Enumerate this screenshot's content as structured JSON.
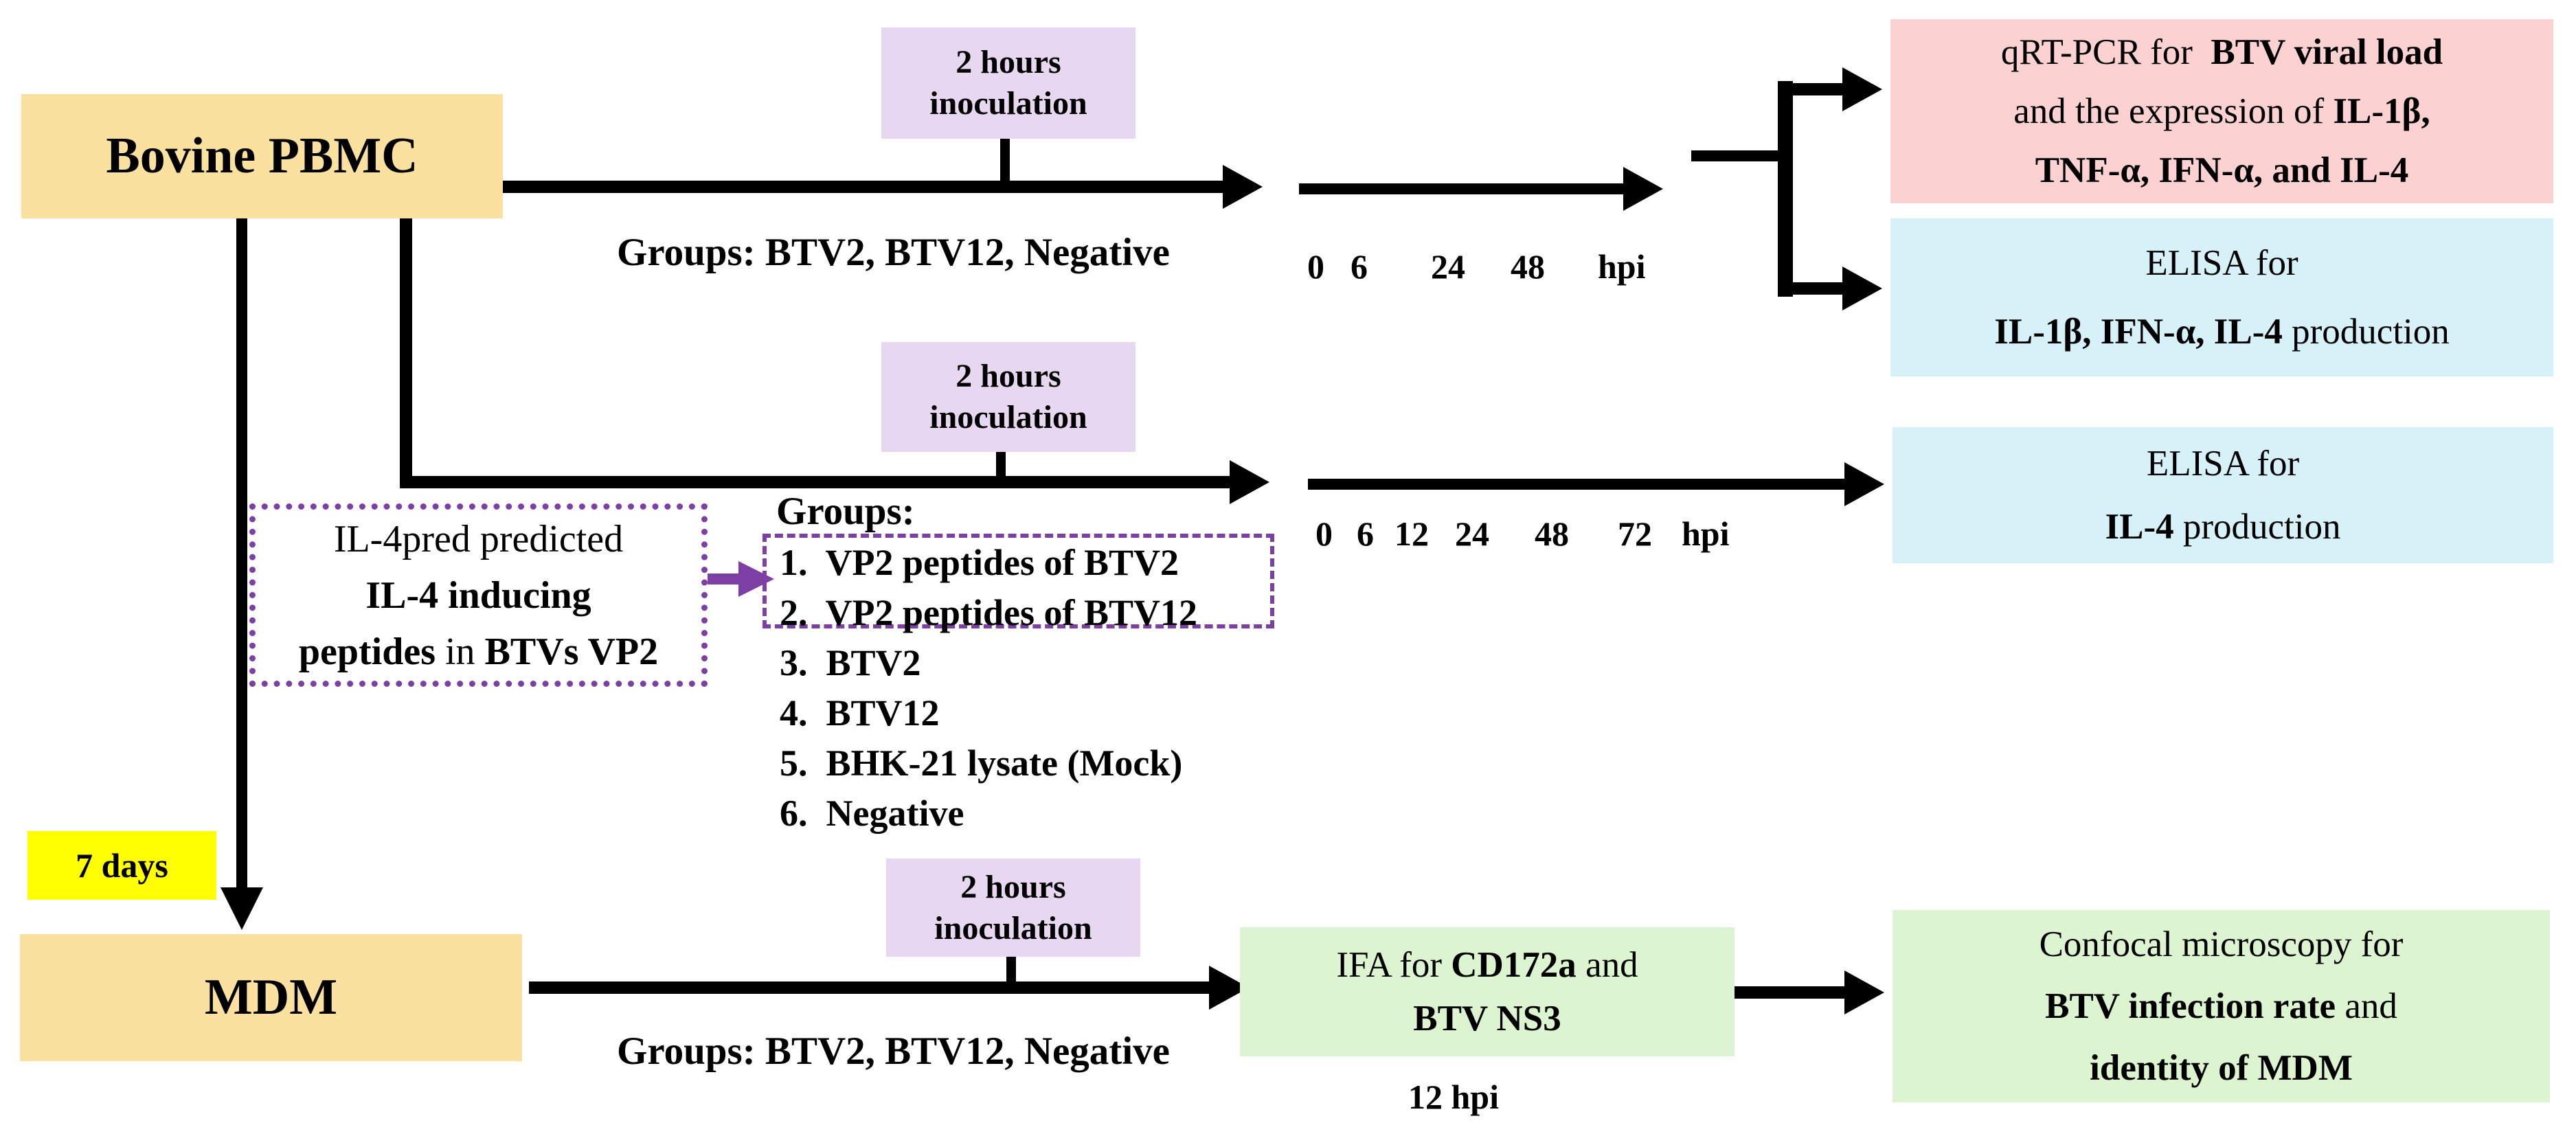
{
  "colors": {
    "node_fill": "#FBE1A0",
    "inoculation_fill": "#E8D7F0",
    "qrtpcr_fill": "#FBD1D1",
    "elisa_fill": "#D6F1F8",
    "microscopy_fill": "#DCF5D0",
    "days_fill": "#FFFF00",
    "purple_accent": "#7C3FA4",
    "arrow_color": "#000000"
  },
  "nodes": {
    "pbmc": "Bovine PBMC",
    "mdm": "MDM",
    "seven_days": "7 days"
  },
  "inoculation": {
    "line1": "2 hours",
    "line2": "inoculation"
  },
  "group_labels": {
    "simple": "Groups: BTV2, BTV12, Negative",
    "heading": "Groups:"
  },
  "group_items": [
    "1.  VP2 peptides of BTV2",
    "2.  VP2 peptides of BTV12",
    "3.  BTV2",
    "4.  BTV12",
    "5.  BHK-21 lysate (Mock)",
    "6.  Negative"
  ],
  "timelines": {
    "row1": [
      "0",
      "6",
      "24",
      "48",
      "hpi"
    ],
    "row2": [
      "0",
      "6",
      "12",
      "24",
      "48",
      "72",
      "hpi"
    ],
    "mdm_time": "12 hpi"
  },
  "boxes": {
    "qrt_pcr": [
      [
        {
          "t": "qRT-PCR for  ",
          "b": 0
        },
        {
          "t": "BTV viral load",
          "b": 1
        }
      ],
      [
        {
          "t": "and the expression of ",
          "b": 0
        },
        {
          "t": "IL-1β,",
          "b": 1
        }
      ],
      [
        {
          "t": "TNF-α, IFN-α, and IL-4",
          "b": 1
        }
      ]
    ],
    "elisa_pbmc": [
      [
        {
          "t": "ELISA for",
          "b": 0
        }
      ],
      [
        {
          "t": "IL-1β, IFN-α, IL-4",
          "b": 1
        },
        {
          "t": " production",
          "b": 0
        }
      ]
    ],
    "elisa_il4": [
      [
        {
          "t": "ELISA for",
          "b": 0
        }
      ],
      [
        {
          "t": "IL-4",
          "b": 1
        },
        {
          "t": " production",
          "b": 0
        }
      ]
    ],
    "il4pred": [
      [
        {
          "t": "IL-4pred predicted",
          "b": 0
        }
      ],
      [
        {
          "t": "IL-4 inducing",
          "b": 1
        }
      ],
      [
        {
          "t": "peptides",
          "b": 1
        },
        {
          "t": " in ",
          "b": 0
        },
        {
          "t": "BTVs VP2",
          "b": 1
        }
      ]
    ],
    "ifa": [
      [
        {
          "t": "IFA for ",
          "b": 0
        },
        {
          "t": "CD172a",
          "b": 1
        },
        {
          "t": " and",
          "b": 0
        }
      ],
      [
        {
          "t": "BTV NS3",
          "b": 1
        }
      ]
    ],
    "confocal": [
      [
        {
          "t": "Confocal microscopy for",
          "b": 0
        }
      ],
      [
        {
          "t": "BTV infection rate",
          "b": 1
        },
        {
          "t": " and",
          "b": 0
        }
      ],
      [
        {
          "t": "identity of MDM",
          "b": 1
        }
      ]
    ]
  }
}
